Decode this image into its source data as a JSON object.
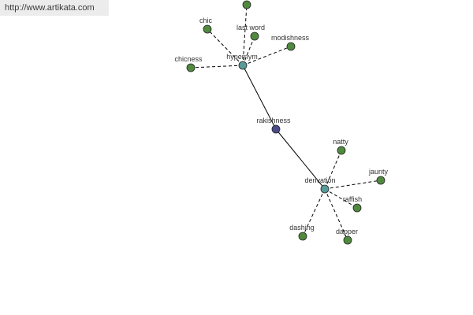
{
  "watermark": {
    "url_text": "http://www.artikata.com"
  },
  "colors": {
    "center_node": "#4a4a8c",
    "hub_node": "#5a9a9a",
    "leaf_node": "#4f8a3f"
  },
  "graph": {
    "center": "rakishness",
    "hubs": [
      "hypernym",
      "derivation"
    ],
    "hypernym_terms": [
      "",
      "last word",
      "chic",
      "modishness",
      "chicness"
    ],
    "derivation_terms": [
      "natty",
      "jaunty",
      "raffish",
      "dapper",
      "dashing"
    ]
  }
}
